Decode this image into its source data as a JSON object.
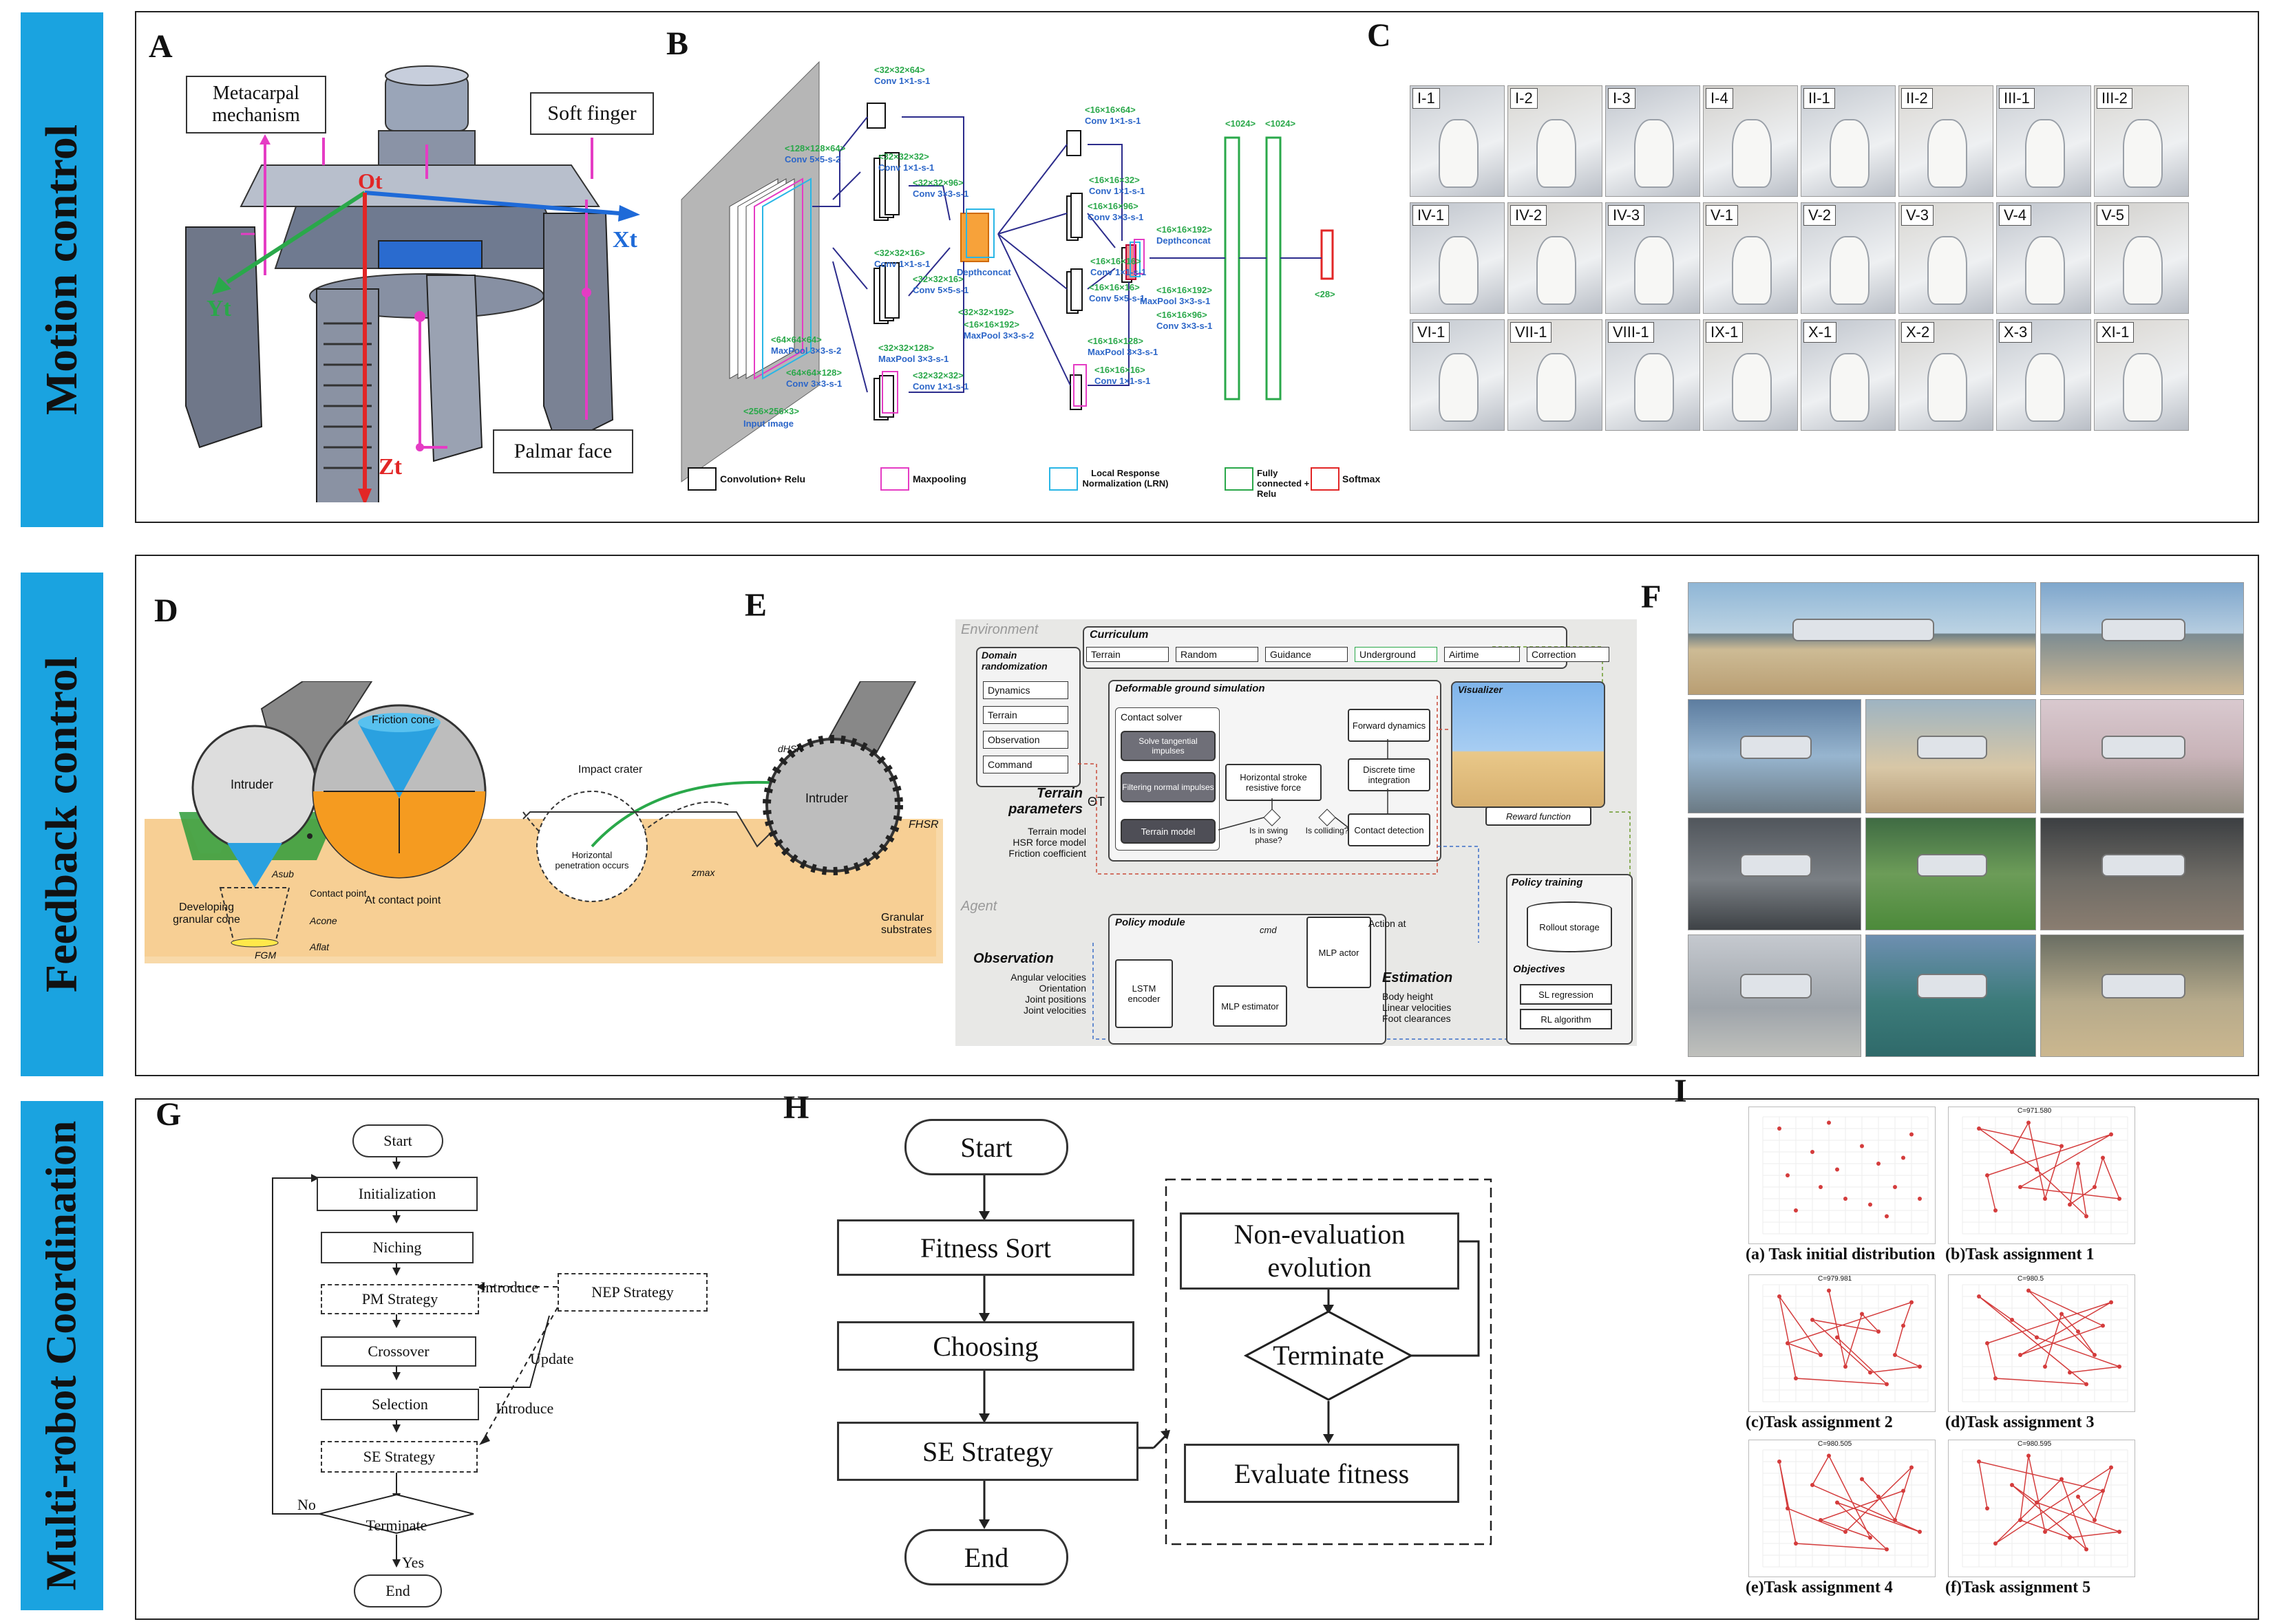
{
  "sections": [
    {
      "label": "Motion control"
    },
    {
      "label": "Feedback control"
    },
    {
      "label": "Multi-robot Coordination"
    }
  ],
  "panel_letters": [
    "A",
    "B",
    "C",
    "D",
    "E",
    "F",
    "G",
    "H",
    "I"
  ],
  "panel_a": {
    "metacarpal": "Metacarpal mechanism",
    "soft_finger": "Soft finger",
    "palmar_face": "Palmar face",
    "origin": "Ot",
    "axis_x": "Xt",
    "axis_y": "Yt",
    "axis_z": "Zt"
  },
  "panel_b": {
    "input": "<256×256×3>",
    "input_label": "Input image",
    "l1": "<128×128×64>",
    "l1b": "Conv 5×5-s-2",
    "l2": "<64×64×64>",
    "l2b": "MaxPool 3×3-s-2",
    "l3": "<64×64×128>",
    "l3b": "Conv 3×3-s-1",
    "c1": "<32×32×64>",
    "c1b": "Conv 1×1-s-1",
    "c2": "<32×32×32>",
    "c2b": "Conv 1×1-s-1",
    "c3": "<32×32×96>",
    "c3b": "Conv 3×3-s-1",
    "c4": "<32×32×16>",
    "c4b": "Conv 1×1-s-1",
    "c5": "<32×32×16>",
    "c5b": "Conv 5×5-s-1",
    "c6": "<32×32×128>",
    "c6b": "MaxPool 3×3-s-1",
    "c7": "<32×32×32>",
    "c7b": "Conv 1×1-s-1",
    "dc1": "Depthconcat",
    "dc1s": "<32×32×192>",
    "d1": "<16×16×192>",
    "d1b": "MaxPool 3×3-s-2",
    "e1": "<16×16×64>",
    "e1b": "Conv 1×1-s-1",
    "e2": "<16×16×32>",
    "e2b": "Conv 1×1-s-1",
    "e3": "<16×16×96>",
    "e3b": "Conv 3×3-s-1",
    "e4": "<16×16×16>",
    "e4b": "Conv 1×1-s-1",
    "e5": "<16×16×16>",
    "e5b": "Conv 5×5-s-1",
    "e6": "<16×16×128>",
    "e6b": "MaxPool 3×3-s-1",
    "e7": "<16×16×16>",
    "e7b": "Conv 1×1-s-1",
    "dc2": "<16×16×192>",
    "dc2b": "Depthconcat",
    "f1": "<16×16×192>",
    "f1b": "MaxPool 3×3-s-1",
    "f2": "<16×16×96>",
    "f2b": "Conv 3×3-s-1",
    "fc1": "<1024>",
    "fc2": "<1024>",
    "out": "<28>",
    "legend": [
      "Convolution+ Relu",
      "Maxpooling",
      "Local Response Normalization (LRN)",
      "Fully connected + Relu",
      "Softmax"
    ]
  },
  "panel_c": {
    "tiles": [
      "I-1",
      "I-2",
      "I-3",
      "I-4",
      "II-1",
      "II-2",
      "III-1",
      "III-2",
      "IV-1",
      "IV-2",
      "IV-3",
      "V-1",
      "V-2",
      "V-3",
      "V-4",
      "V-5",
      "VI-1",
      "VII-1",
      "VIII-1",
      "IX-1",
      "X-1",
      "X-2",
      "X-3",
      "XI-1"
    ]
  },
  "panel_d": {
    "intruder": "Intruder",
    "friction_cone": "Friction cone",
    "impact_crater": "Impact crater",
    "developing": "Developing granular cone",
    "contact_point": "Contact point",
    "at_contact": "At contact point",
    "horizontal": "Horizontal penetration occurs",
    "granular": "Granular substrates",
    "intruder2": "Intruder",
    "a_sub": "Asub",
    "a_cone": "Acone",
    "a_flat": "Aflat",
    "f_gm": "FGM",
    "f_hsr": "FHSR",
    "d_hsr": "dHSR",
    "z_max": "zmax"
  },
  "panel_e": {
    "environment": "Environment",
    "curriculum": "Curriculum",
    "curriculum_items": [
      "Terrain",
      "Random",
      "Guidance",
      "Underground",
      "Airtime",
      "Correction"
    ],
    "domain_rand": "Domain randomization",
    "domain_items": [
      "Dynamics",
      "Terrain",
      "Observation",
      "Command"
    ],
    "terrain_params": "Terrain parameters",
    "terrain_params_items": "Terrain model\nHSR force model\nFriction coefficient",
    "theta": "ΘT",
    "deform": "Deformable ground simulation",
    "contact_solver": "Contact solver",
    "solve_tan": "Solve tangential impulses",
    "filter_norm": "Filtering normal impulses",
    "terrain_model": "Terrain model",
    "horizontal_stroke": "Horizontal stroke resistive force",
    "forward_dyn": "Forward dynamics",
    "discrete": "Discrete time integration",
    "contact_det": "Contact detection",
    "in_swing": "Is in swing phase?",
    "colliding": "Is colliding?",
    "visualizer": "Visualizer",
    "reward": "Reward function",
    "agent": "Agent",
    "policy_module": "Policy module",
    "observation": "Observation",
    "observation_items": "Angular velocities\nOrientation\nJoint positions\nJoint velocities",
    "lstm": "LSTM encoder",
    "mlp_est": "MLP estimator",
    "mlp_actor": "MLP actor",
    "cmd": "cmd",
    "action": "Action at",
    "estimation": "Estimation",
    "estimation_items": "Body height\nLinear velocities\nFoot clearances",
    "policy_training": "Policy training",
    "rollout": "Rollout storage",
    "objectives": "Objectives",
    "sl": "SL regression",
    "rl": "RL algorithm"
  },
  "panel_g": {
    "start": "Start",
    "init": "Initialization",
    "niching": "Niching",
    "pm": "PM Strategy",
    "crossover": "Crossover",
    "selection": "Selection",
    "se": "SE Strategy",
    "terminate": "Terminate",
    "end": "End",
    "nep": "NEP Strategy",
    "introduce1": "Introduce",
    "update": "Update",
    "introduce2": "Introduce",
    "no": "No",
    "yes": "Yes"
  },
  "panel_h": {
    "start": "Start",
    "fitness_sort": "Fitness Sort",
    "choosing": "Choosing",
    "se": "SE Strategy",
    "end": "End",
    "non_eval": "Non-evaluation evolution",
    "terminate": "Terminate",
    "evaluate": "Evaluate fitness"
  },
  "panel_i": {
    "captions": [
      "(a) Task initial distribution",
      "(b)Task assignment 1",
      "(c)Task assignment 2",
      "(d)Task assignment 3",
      "(e)Task assignment 4",
      "(f)Task assignment 5"
    ],
    "plot_titles": [
      "",
      "C=971.580",
      "C=979.981",
      "C=980.5",
      "C=980.505",
      "C=980.595"
    ]
  },
  "colors": {
    "sidebar": "#1aa3e0",
    "axis_blue": "#1e6ad8",
    "axis_green": "#2aa84a",
    "axis_red": "#e22626",
    "axis_magenta": "#e53cc4",
    "route_red": "#d43c3c"
  }
}
